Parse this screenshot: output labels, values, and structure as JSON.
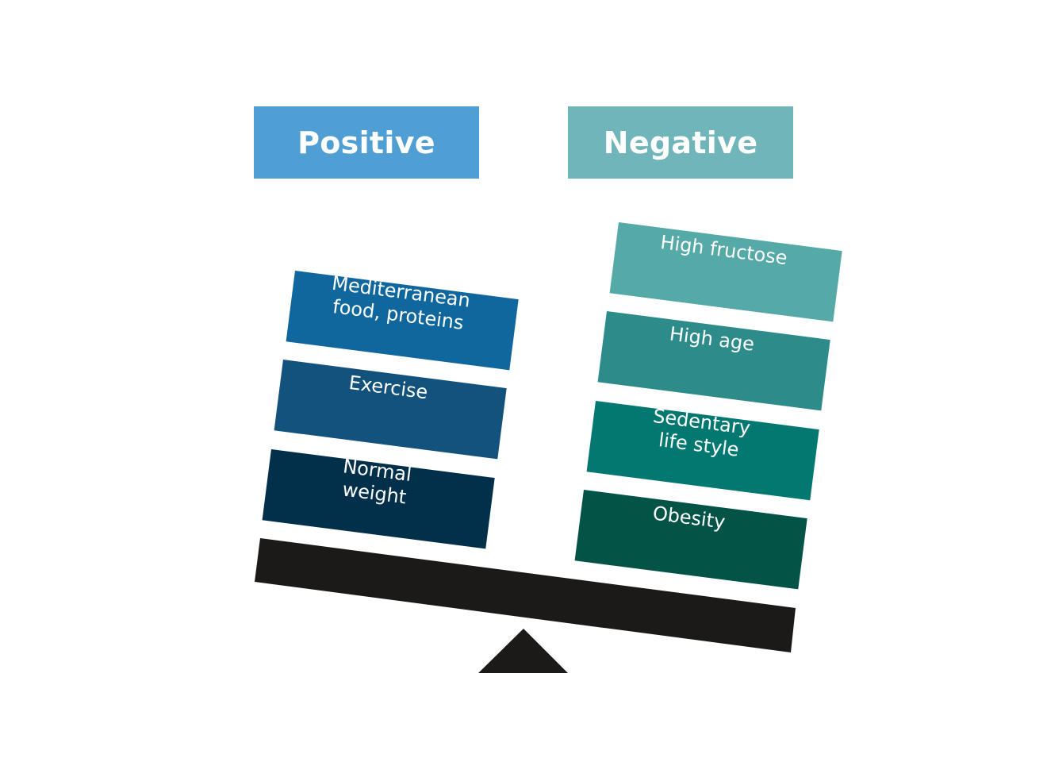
{
  "headers": {
    "positive": {
      "label": "Positive",
      "color": "#4f9fd5"
    },
    "negative": {
      "label": "Negative",
      "color": "#6fb5b9"
    }
  },
  "positive_factors": [
    {
      "lines": [
        "Mediterranean",
        "food, proteins"
      ],
      "color": "#10679e"
    },
    {
      "lines": [
        "Exercise"
      ],
      "color": "#12527c"
    },
    {
      "lines": [
        "Normal",
        "weight"
      ],
      "color": "#02304b"
    }
  ],
  "negative_factors": [
    {
      "lines": [
        "High fructose"
      ],
      "color": "#55aaa8"
    },
    {
      "lines": [
        "High age"
      ],
      "color": "#2d8b8a"
    },
    {
      "lines": [
        "Sedentary",
        "life style"
      ],
      "color": "#037870"
    },
    {
      "lines": [
        "Obesity"
      ],
      "color": "#035447"
    }
  ],
  "scale": {
    "beam_color": "#1b1a18",
    "fulcrum_color": "#1b1a18",
    "tilt": "right side lower"
  }
}
